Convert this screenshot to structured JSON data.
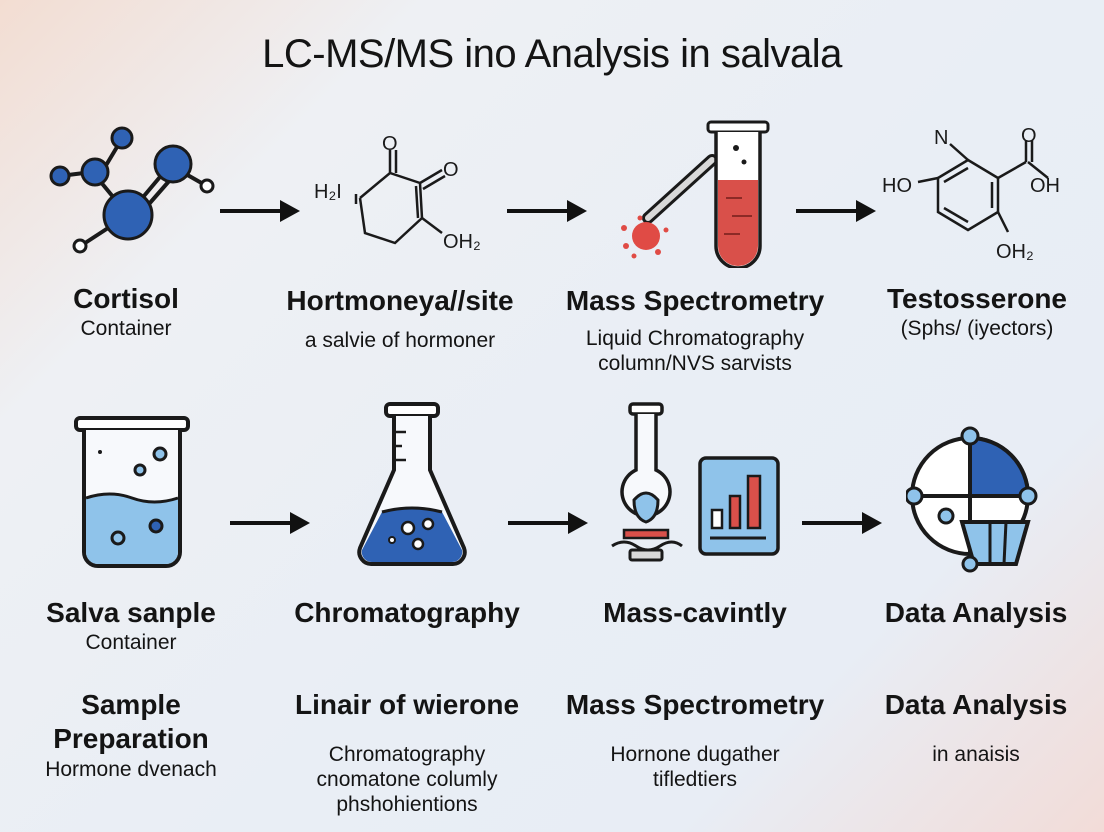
{
  "title": "LC-MS/MS ino Analysis in salvala",
  "row1": [
    {
      "name": "Cortisol",
      "sub": "Container",
      "icon": "molecule-icon"
    },
    {
      "name": "Hortmoneya//site",
      "sub": "a salvie of hormoner",
      "icon": "chemical-structure-icon"
    },
    {
      "name": "Mass Spectrometry",
      "sub": "Liquid Chromatography column/NVS sarvists",
      "icon": "test-tube-icon"
    },
    {
      "name": "Testosserone",
      "sub": "(Sphs/ (iyectors)",
      "icon": "chemical-structure-icon"
    }
  ],
  "structure1": {
    "top": "O",
    "right": "O",
    "left": "H₂I",
    "bottom": "OH₂"
  },
  "structure2": {
    "n": "N",
    "o": "O",
    "oh": "OH",
    "ho": "HO",
    "oh2": "OH₂"
  },
  "row2": [
    {
      "name": "Salva sanple",
      "sub": "Container",
      "icon": "beaker-icon"
    },
    {
      "name": "Chromatography",
      "sub": "",
      "icon": "flask-icon"
    },
    {
      "name": "Mass-cavintly",
      "sub": "",
      "icon": "spectrometer-icon"
    },
    {
      "name": "Data Analysis",
      "sub": "",
      "icon": "data-analysis-icon"
    }
  ],
  "row3": [
    {
      "name": "Sample Preparation",
      "sub": "Hormone dvenach"
    },
    {
      "name": "Linair of wierone",
      "sub": "Chromatography cnomatone columly phshohientions"
    },
    {
      "name": "Mass Spectrometry",
      "sub": "Hornone dugather tifledtiers"
    },
    {
      "name": "Data Analysis",
      "sub": "in anaisis"
    }
  ],
  "colors": {
    "accent_blue": "#2f62b4",
    "light_blue": "#8fc3ea",
    "red": "#d9504a",
    "outline": "#1a1a1a"
  }
}
